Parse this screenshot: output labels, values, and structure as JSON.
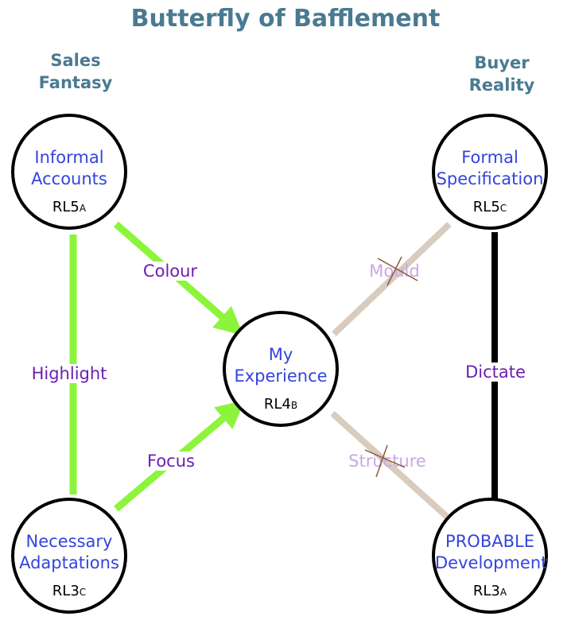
{
  "title": "Butterfly of Bafflement",
  "headings": {
    "left": [
      "Sales",
      "Fantasy"
    ],
    "right": [
      "Buyer",
      "Reality"
    ]
  },
  "nodes": {
    "informal": {
      "lines": [
        "Informal",
        "Accounts"
      ],
      "code": "RL5",
      "sub": "A"
    },
    "formal": {
      "lines": [
        "Formal",
        "Specification"
      ],
      "code": "RL5",
      "sub": "C"
    },
    "experience": {
      "lines": [
        "My",
        "Experience"
      ],
      "code": "RL4",
      "sub": "B"
    },
    "adaptations": {
      "lines": [
        "Necessary",
        "Adaptations"
      ],
      "code": "RL3",
      "sub": "C"
    },
    "probable": {
      "lines": [
        "PROBABLE",
        "Development"
      ],
      "code": "RL3",
      "sub": "A"
    }
  },
  "edges": {
    "colour": "Colour",
    "highlight": "Highlight",
    "focus": "Focus",
    "mould": "Mould",
    "dictate": "Dictate",
    "structure": "Structure"
  },
  "colors": {
    "green_edge": "#8cf53b",
    "grey_edge": "#d9cbbd",
    "black_edge": "#000000",
    "cross": "#8a5a3a",
    "node_text": "#3344dd",
    "edge_text": "#6a1fb0",
    "faded_edge_text": "#c8a8e6",
    "heading": "#4a7a91"
  }
}
